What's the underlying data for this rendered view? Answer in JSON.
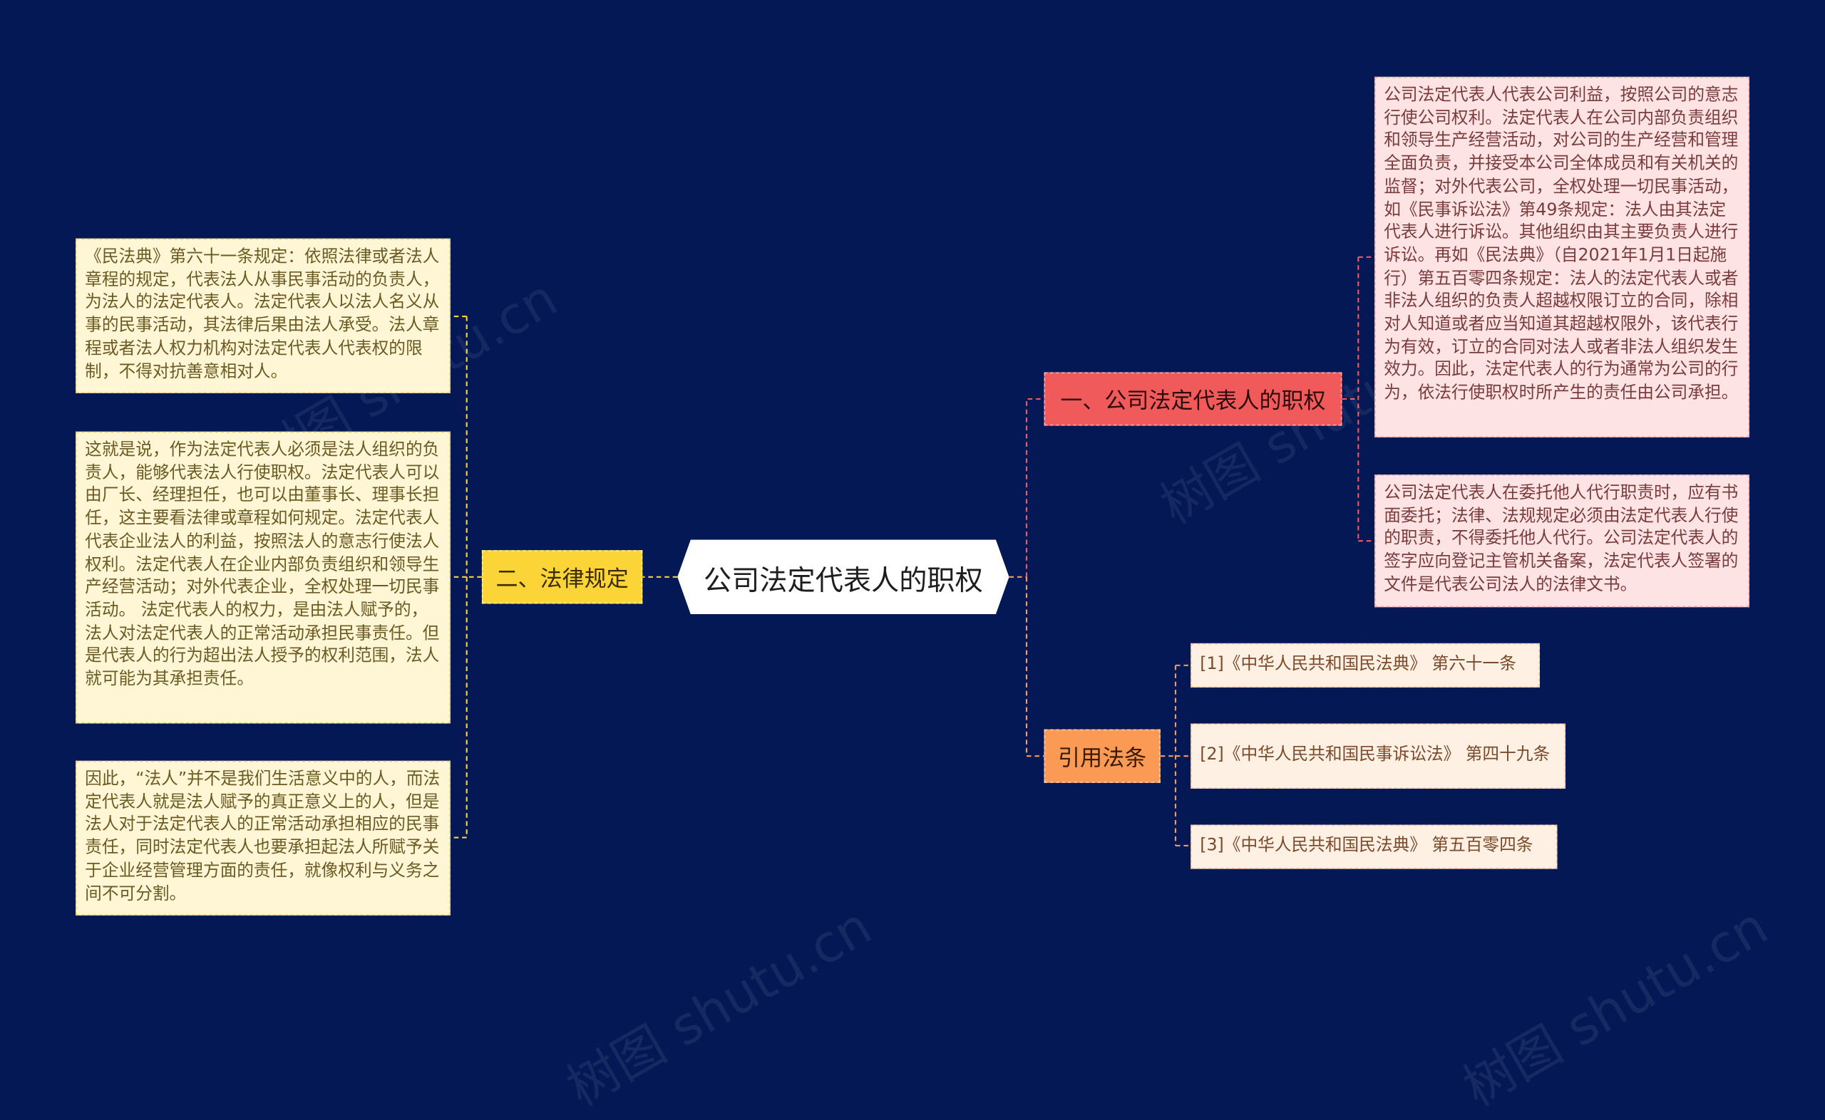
{
  "root": "公司法定代表人的职权",
  "branches": {
    "duties": {
      "label": "一、公司法定代表人的职权",
      "notes": [
        "公司法定代表人代表公司利益，按照公司的意志行使公司权利。法定代表人在公司内部负责组织和领导生产经营活动，对公司的生产经营和管理全面负责，并接受本公司全体成员和有关机关的监督；对外代表公司，全权处理一切民事活动，如《民事诉讼法》第49条规定：法人由其法定代表人进行诉讼。其他组织由其主要负责人进行诉讼。再如《民法典》（自2021年1月1日起施行）第五百零四条规定：法人的法定代表人或者非法人组织的负责人超越权限订立的合同，除相对人知道或者应当知道其超越权限外，该代表行为有效，订立的合同对法人或者非法人组织发生效力。因此，法定代表人的行为通常为公司的行为，依法行使职权时所产生的责任由公司承担。",
        "公司法定代表人在委托他人代行职责时，应有书面委托；法律、法规规定必须由法定代表人行使的职责，不得委托他人代行。公司法定代表人的签字应向登记主管机关备案，法定代表人签署的文件是代表公司法人的法律文书。"
      ]
    },
    "law": {
      "label": "二、法律规定",
      "notes": [
        "《民法典》第六十一条规定：依照法律或者法人章程的规定，代表法人从事民事活动的负责人，为法人的法定代表人。法定代表人以法人名义从事的民事活动，其法律后果由法人承受。法人章程或者法人权力机构对法定代表人代表权的限制，不得对抗善意相对人。",
        "这就是说，作为法定代表人必须是法人组织的负责人，能够代表法人行使职权。法定代表人可以由厂长、经理担任，也可以由董事长、理事长担任，这主要看法律或章程如何规定。法定代表人代表企业法人的利益，按照法人的意志行使法人权利。法定代表人在企业内部负责组织和领导生产经营活动；对外代表企业，全权处理一切民事活动。 法定代表人的权力，是由法人赋予的，法人对法定代表人的正常活动承担民事责任。但是代表人的行为超出法人授予的权利范围，法人就可能为其承担责任。",
        "因此，“法人”并不是我们生活意义中的人，而法定代表人就是法人赋予的真正意义上的人，但是法人对于法定代表人的正常活动承担相应的民事责任，同时法定代表人也要承担起法人所赋予关于企业经营管理方面的责任，就像权利与义务之间不可分割。"
      ]
    },
    "refs": {
      "label": "引用法条",
      "items": [
        "[1]《中华人民共和国民法典》 第六十一条",
        "[2]《中华人民共和国民事诉讼法》 第四十九条",
        "[3]《中华人民共和国民法典》 第五百零四条"
      ]
    }
  },
  "watermark": "树图 shutu.cn",
  "colors": {
    "background": "#041855",
    "duties": "#f05a5a",
    "law": "#fbd437",
    "refs": "#fb9a55"
  }
}
